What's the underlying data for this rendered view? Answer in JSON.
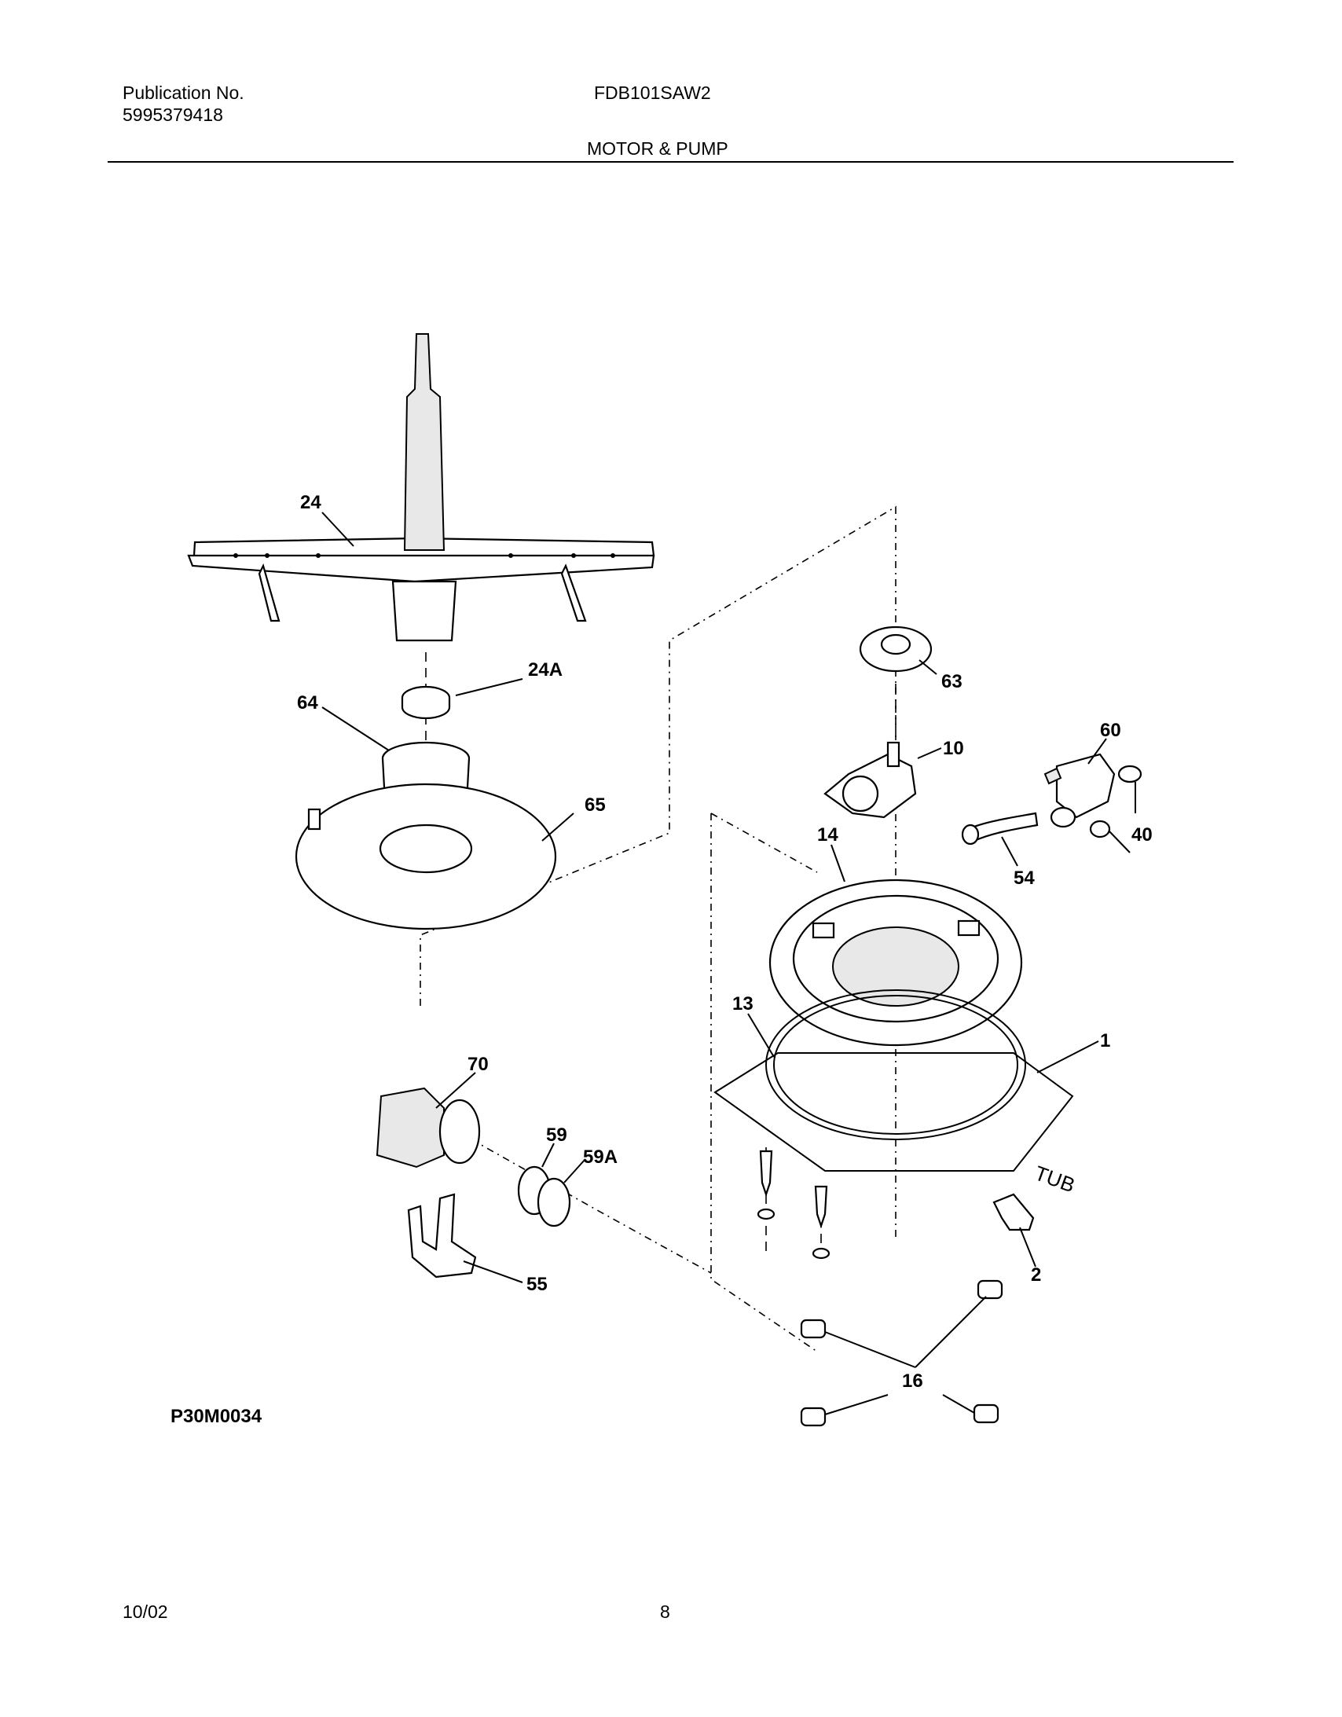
{
  "header": {
    "publication_label": "Publication No.",
    "publication_number": "5995379418",
    "model": "FDB101SAW2",
    "section_title": "MOTOR & PUMP"
  },
  "diagram": {
    "code": "P30M0034",
    "part_labels": [
      "24",
      "24A",
      "64",
      "65",
      "63",
      "10",
      "60",
      "40",
      "54",
      "14",
      "13",
      "1",
      "70",
      "59",
      "59A",
      "55",
      "2",
      "16"
    ]
  },
  "footer": {
    "date": "10/02",
    "page_number": "8"
  }
}
